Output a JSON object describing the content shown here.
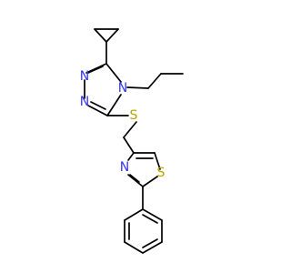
{
  "colors": {
    "bond": "#000000",
    "nitrogen": "#3333ff",
    "sulfur": "#b8a300"
  },
  "atoms": {
    "n_triazole_1": "N",
    "n_triazole_2": "N",
    "n_triazole_4": "N",
    "s_thioether": "S",
    "n_thiazole": "N",
    "s_thiazole": "S"
  }
}
